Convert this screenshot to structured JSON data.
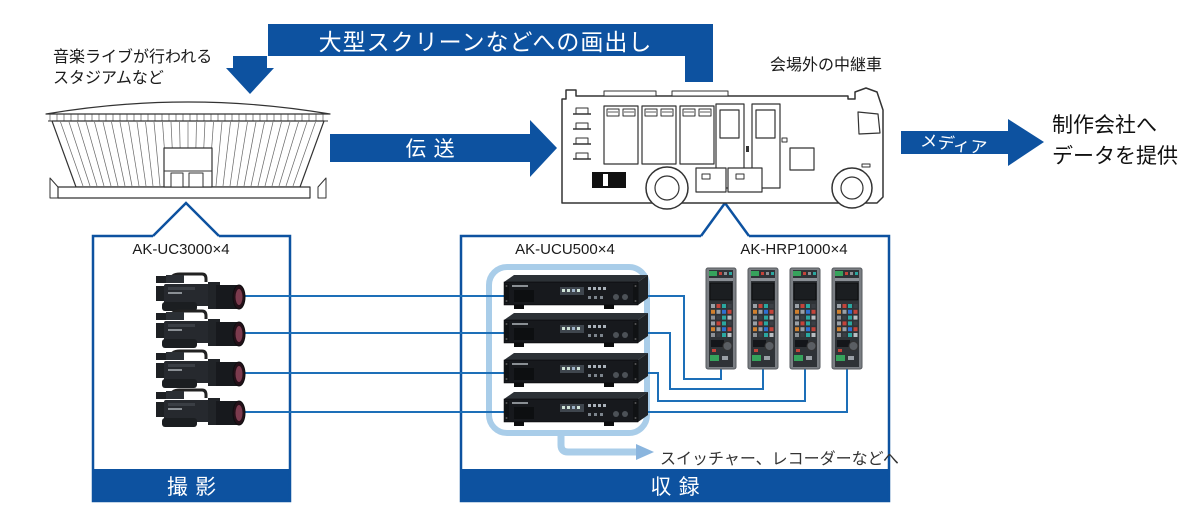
{
  "colors": {
    "accent_blue": "#0d52a0",
    "line_blue": "#1d6fb8",
    "light_blue": "#a9cde9",
    "arrowhead_light_blue": "#8ab5de",
    "text_dark": "#1a1a1a"
  },
  "top_flow": {
    "stadium_caption_line1": "音楽ライブが行われる",
    "stadium_caption_line2": "スタジアムなど",
    "screen_output_label": "大型スクリーンなどへの画出し",
    "transmission_label": "伝送",
    "van_caption": "会場外の中継車",
    "media_label": "メディア",
    "provide_line1": "制作会社へ",
    "provide_line2": "データを提供"
  },
  "shooting_box": {
    "model_label": "AK-UC3000×4",
    "camera_count": 4,
    "footer_label": "撮影"
  },
  "recording_box": {
    "ccu_model_label": "AK-UCU500×4",
    "ccu_count": 4,
    "rcp_model_label": "AK-HRP1000×4",
    "rcp_count": 4,
    "switcher_note": "スイッチャー、レコーダーなどへ",
    "footer_label": "収録"
  }
}
